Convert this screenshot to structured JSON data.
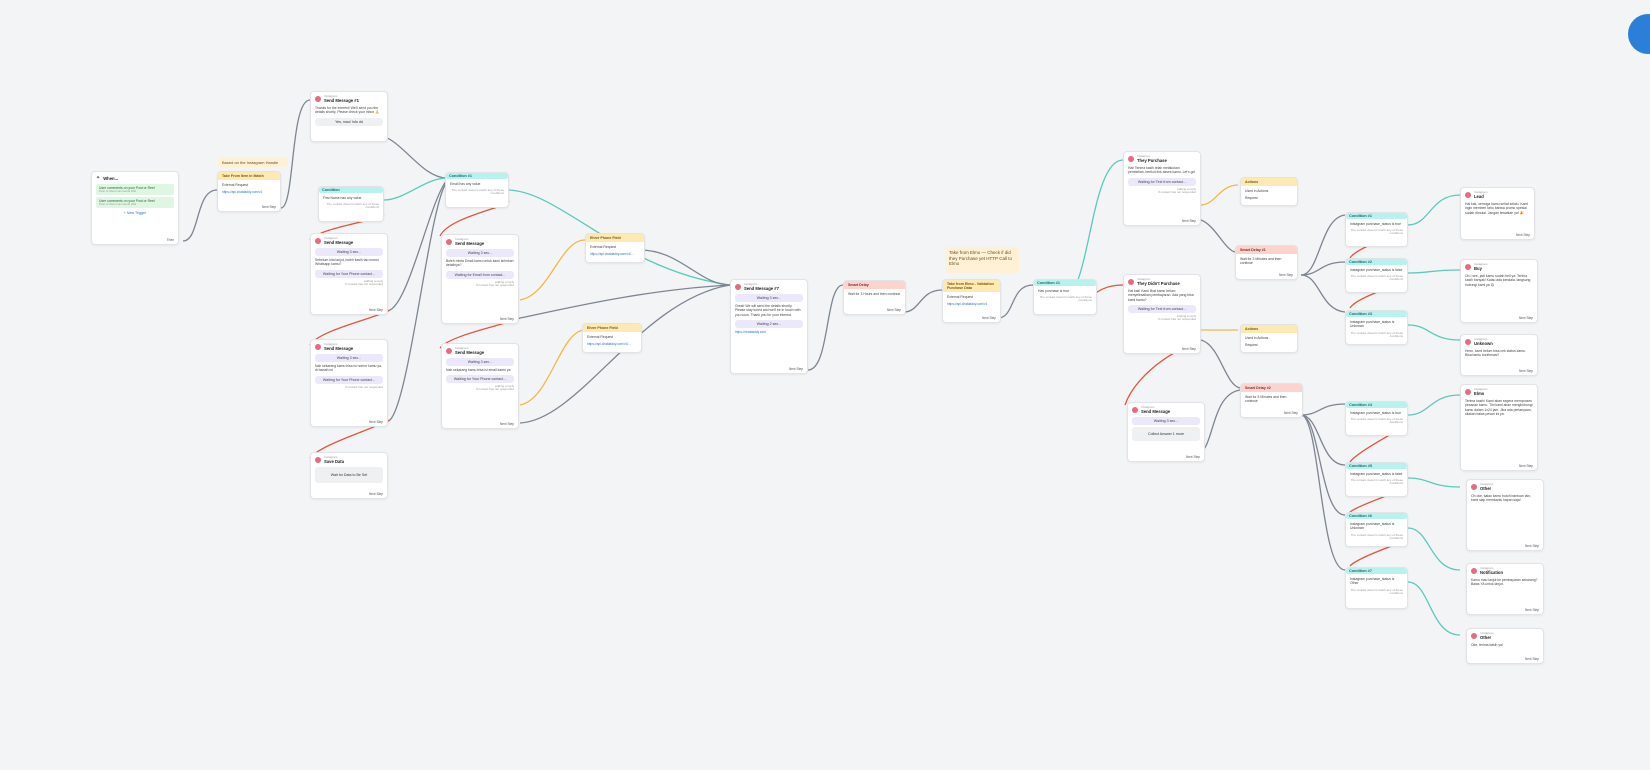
{
  "start": {
    "title": "When...",
    "triggers": [
      {
        "label": "User comments on your Post or Reel",
        "sub": "Post or Reel comments #All"
      },
      {
        "label": "User comments on your Post or Reel",
        "sub": "Post or Reel comments #All"
      }
    ],
    "add_trigger": "+ New Trigger",
    "then": "Then"
  },
  "note_top": "Based on the Instagram Handle",
  "take_from": {
    "tag": "Take From Item in Match",
    "line1": "External Request",
    "link": "https://api.chatdaddy.com/v1",
    "ns": "Next Step"
  },
  "msg1": {
    "sub": "Instagram",
    "title": "Send Message #1",
    "text": "Thanks for the interest! We'll send you the details shortly. Please check your inbox 🙏",
    "btn": "Yes, mau! Info dd",
    "ns": ""
  },
  "condition_left": {
    "hdr": "Condition",
    "row": "First Name has any value",
    "fail": "The contact doesn't match any of these conditions"
  },
  "send_a": {
    "sub": "Instagram",
    "title": "Send Message",
    "pill": "Waiting 3 sec...",
    "text": "Sebelum kita lanjut, boleh kasih tau nomor Whatsapp kamu?",
    "btn": "Waiting for Your Phone contact...",
    "opt": "Adding a reply",
    "fail": "If contact has not responded",
    "ns": "Next Step"
  },
  "send_b": {
    "sub": "Instagram",
    "title": "Send Message",
    "pill": "Waiting 3 sec...",
    "text": "Nah sekarang kamu bisa isi nomor kamu ya, di bawah ini",
    "btn": "Waiting for Your Phone contact...",
    "fail": "If contact has not responded",
    "ns": "Next Step"
  },
  "save_data": {
    "sub": "Instagram",
    "title": "Save Data",
    "btn": "Wait for Data to Be Set",
    "ns": "Next Step"
  },
  "condition1": {
    "hdr": "Condition #1",
    "row": "Email has any value",
    "fail": "The contact doesn't match any of these conditions"
  },
  "send_c": {
    "sub": "Instagram",
    "title": "Send Message",
    "pill": "Waiting 3 sec...",
    "text": "Boleh minta Email kamu untuk kami kirimkan detailnya?",
    "btn": "Waiting for Email from contact...",
    "opt": "Adding a reply",
    "fail": "If contact has not responded",
    "ns": "Next Step"
  },
  "send_d": {
    "sub": "Instagram",
    "title": "Send Message",
    "pill": "Waiting 3 sec...",
    "text": "Nah sekarang kamu bisa isi email kamu ya",
    "btn": "Waiting for Your Phone contact...",
    "opt": "Adding a reply",
    "fail": "If contact has not responded",
    "ns": "Next Step"
  },
  "ext1": {
    "tag": "Ehrer Phone Field",
    "line": "External Request",
    "link": "https://api.chatdaddy.com/v1/..."
  },
  "ext2": {
    "tag": "Ehrer Phone Field",
    "line": "External Request",
    "link": "https://api.chatdaddy.com/v1/..."
  },
  "msg_center": {
    "sub": "Instagram",
    "title": "Send Message #7",
    "pill": "Waiting 3 sec...",
    "text": "Great! We will send the details shortly. Please stay tuned and we'll be in touch with you soon. Thank you for your interest.",
    "pill2": "Waiting 2 sec...",
    "link": "https://chatdaddy.com",
    "ns": "Next Step"
  },
  "smart_delay": {
    "tag": "Smart Delay",
    "text": "Wait for 3 Hours and then continue",
    "ns": "Next Step"
  },
  "note_mid": "Take from Elmo — Check if did they Purchase yet HTTP Call to Elmo",
  "take_mid": {
    "tag": "Take from Elmo - Validation Purchase Data",
    "line": "External Request",
    "link": "https://api.chatdaddy.com/v1",
    "ns": "Next Step"
  },
  "condition_mid": {
    "hdr": "Condition #1",
    "row": "Has purchase is true",
    "fail": "The contact doesn't match any of these conditions"
  },
  "they_purchase": {
    "sub": "Instagram",
    "title": "They Purchase",
    "text": "Hai! Terima kasih telah melakukan pembelian, berikut link akses kamu. Let's go!",
    "btn": "Waiting for Text from contact...",
    "opt": "Adding a reply",
    "fail": "If contact has not responded",
    "ns": "Next Step"
  },
  "they_didnt": {
    "sub": "Instagram",
    "title": "They Didn't Purchase",
    "text": "Hai kak! Kami lihat kamu belum menyelesaikan pembayaran. Ada yang bisa kami bantu?",
    "btn": "Waiting for Text from contact...",
    "opt": "Adding a reply",
    "fail": "If contact has not responded",
    "ns": "Next Step"
  },
  "actions1": {
    "tag": "Actions",
    "line": "Used in Actions",
    "sub": "Request"
  },
  "actions2": {
    "tag": "Actions",
    "line": "Used in Actions",
    "sub": "Request"
  },
  "smart_delay2": {
    "tag": "Smart Delay #1",
    "text": "Wait for 3 Minutes and then continue",
    "ns": "Next Step"
  },
  "smart_delay3": {
    "tag": "Smart Delay #2",
    "text": "Wait for 5 Minutes and then continue",
    "ns": "Next Step"
  },
  "send_e": {
    "sub": "Instagram",
    "title": "Send Message",
    "pill": "Waiting 3 sec...",
    "btn": "Collect Answer 1 more",
    "ns": "Next Step"
  },
  "cond_right": [
    {
      "hdr": "Condition #1",
      "row": "Instagram purchase_status is true",
      "fail": "The contact doesn't match any of these conditions"
    },
    {
      "hdr": "Condition #2",
      "row": "Instagram purchase_status is false",
      "fail": "The contact doesn't match any of these conditions"
    },
    {
      "hdr": "Condition #3",
      "row": "Instagram purchase_status is Unknown",
      "fail": "The contact doesn't match any of these conditions"
    },
    {
      "hdr": "Condition #4",
      "row": "Instagram purchase_status is true",
      "fail": "The contact doesn't match any of these conditions"
    },
    {
      "hdr": "Condition #5",
      "row": "Instagram purchase_status is false",
      "fail": "The contact doesn't match any of these conditions"
    },
    {
      "hdr": "Condition #6",
      "row": "Instagram purchase_status is Unknown",
      "fail": "The contact doesn't match any of these conditions"
    },
    {
      "hdr": "Condition #7",
      "row": "Instagram purchase_status is Other",
      "fail": "The contact doesn't match any of these conditions"
    }
  ],
  "msg_right": [
    {
      "sub": "Instagram",
      "title": "Lead",
      "text": "Hai kak, semoga kamu sehat selalu. Kami ingin memberi tahu bahwa promo spesial sudah dimulai. Jangan lewatkan ya! 🎉",
      "ns": "Next Step"
    },
    {
      "sub": "Instagram",
      "title": "Buy",
      "text": "Oh I see, jadi kamu sudah beli ya. Terima kasih banyak! Kalau ada kendala, langsung hubungi kami ya 😊",
      "ns": "Next Step"
    },
    {
      "sub": "Instagram",
      "title": "Unknown",
      "text": "Hmm, kami belum bisa cek status kamu. Bisa bantu konfirmasi?",
      "ns": "Next Step"
    },
    {
      "sub": "Instagram",
      "title": "Elmo",
      "text": "Terima kasih! Kami akan segera memproses pesanan kamu. Tim kami akan menghubungi kamu dalam 1x24 jam. Jika ada pertanyaan, silakan balas pesan ini ya.",
      "ns": "Next Step"
    },
    {
      "sub": "Instagram",
      "title": "Other",
      "text": "Oh oke, kalau kamu butuh bantuan lain, kami siap membantu kapan saja!",
      "ns": "Next Step"
    },
    {
      "sub": "Instagram",
      "title": "Notification",
      "text": "Kamu mau lanjut ke pembayaran sekarang? Balas YA untuk lanjut.",
      "ns": "Next Step"
    },
    {
      "sub": "Instagram",
      "title": "Other",
      "text": "Oke, terima kasih ya!",
      "ns": "Next Step"
    }
  ],
  "colors": {
    "teal": "#5cc9bd",
    "gray": "#7d8593",
    "red": "#e2563f",
    "orange": "#f2b74e",
    "fab": "#2b7fd6"
  }
}
